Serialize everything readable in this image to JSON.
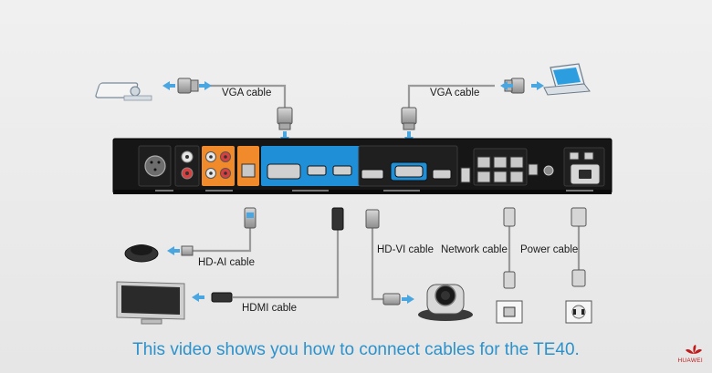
{
  "labels": {
    "vga_left": "VGA cable",
    "vga_right": "VGA cable",
    "hdai": "HD-AI cable",
    "hdmi": "HDMI cable",
    "hdvi": "HD-VI cable",
    "network": "Network cable",
    "power": "Power cable"
  },
  "caption": "This video shows you how to connect cables for the TE40.",
  "brand": "HUAWEI",
  "colors": {
    "background": "#ebebeb",
    "device_body": "#161616",
    "audio_panel": "#f08a2a",
    "video_panel": "#1f8fd8",
    "arrow": "#4aa6e0",
    "caption": "#2b92cc",
    "brand": "#c01a1a"
  },
  "icons": [
    "projector-icon",
    "laptop-icon",
    "microphone-icon",
    "monitor-icon",
    "camera-icon",
    "network-outlet-icon",
    "power-outlet-icon"
  ]
}
